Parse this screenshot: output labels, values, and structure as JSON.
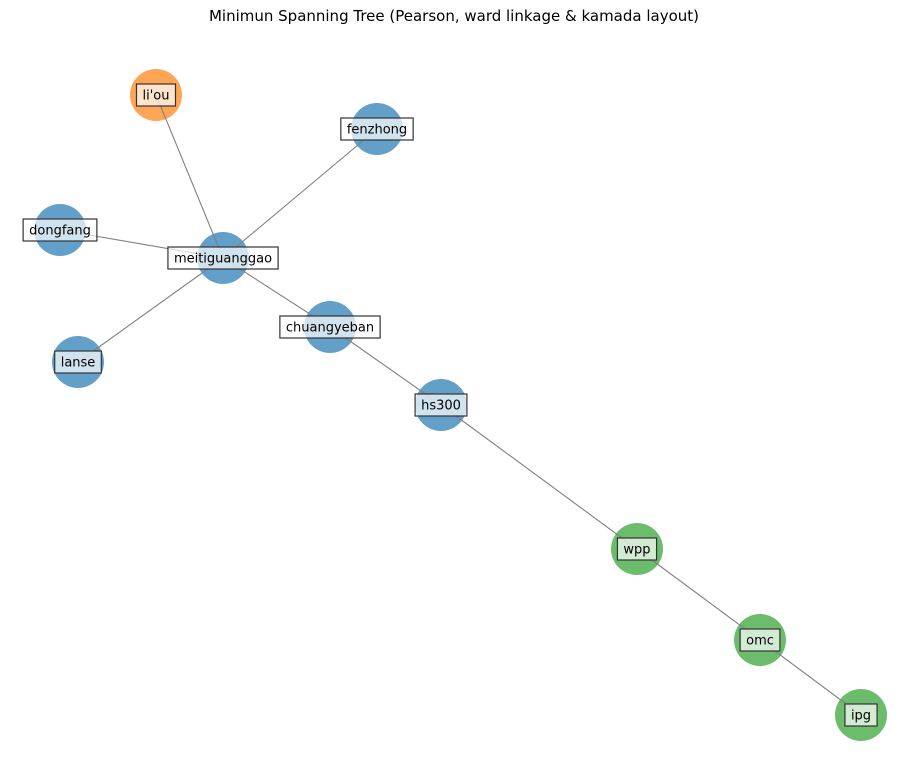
{
  "title": "Minimun Spanning Tree (Pearson, ward linkage & kamada layout)",
  "colors": {
    "cluster_blue": "#1f77b4",
    "cluster_orange": "#ff7f0e",
    "cluster_green": "#2ca02c",
    "edge": "#808080"
  },
  "nodes": [
    {
      "id": "li'ou",
      "cluster": "cluster_orange"
    },
    {
      "id": "fenzhong",
      "cluster": "cluster_blue"
    },
    {
      "id": "dongfang",
      "cluster": "cluster_blue"
    },
    {
      "id": "meitiguanggao",
      "cluster": "cluster_blue"
    },
    {
      "id": "lanse",
      "cluster": "cluster_blue"
    },
    {
      "id": "chuangyeban",
      "cluster": "cluster_blue"
    },
    {
      "id": "hs300",
      "cluster": "cluster_blue"
    },
    {
      "id": "wpp",
      "cluster": "cluster_green"
    },
    {
      "id": "omc",
      "cluster": "cluster_green"
    },
    {
      "id": "ipg",
      "cluster": "cluster_green"
    }
  ],
  "edges": [
    [
      "li'ou",
      "meitiguanggao"
    ],
    [
      "fenzhong",
      "meitiguanggao"
    ],
    [
      "dongfang",
      "meitiguanggao"
    ],
    [
      "lanse",
      "meitiguanggao"
    ],
    [
      "meitiguanggao",
      "chuangyeban"
    ],
    [
      "chuangyeban",
      "hs300"
    ],
    [
      "hs300",
      "wpp"
    ],
    [
      "wpp",
      "omc"
    ],
    [
      "omc",
      "ipg"
    ]
  ]
}
